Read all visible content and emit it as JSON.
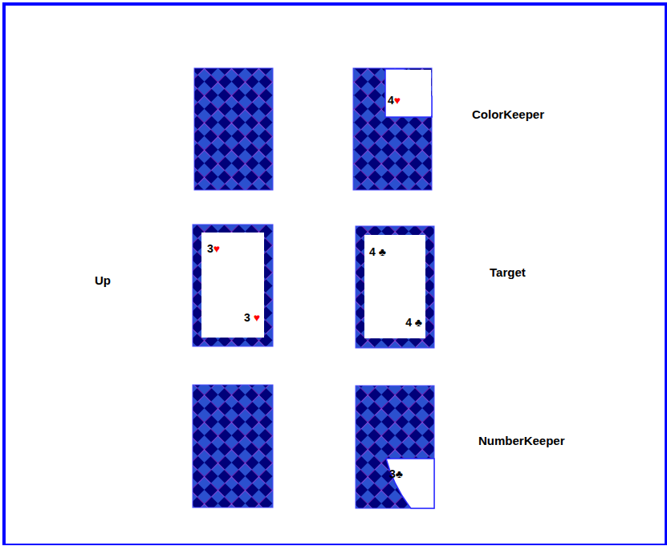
{
  "diagram": {
    "nodes": [
      {
        "text": [
          "4♥"
        ]
      },
      {
        "text": [
          "3♥",
          "3 ♥"
        ]
      },
      {
        "text": [
          "4 ♣",
          "4 ♣"
        ]
      },
      {
        "text": [
          "3♣"
        ]
      }
    ],
    "labels": [
      "ColorKeeper",
      "Up",
      "Target",
      "NumberKeeper"
    ]
  }
}
